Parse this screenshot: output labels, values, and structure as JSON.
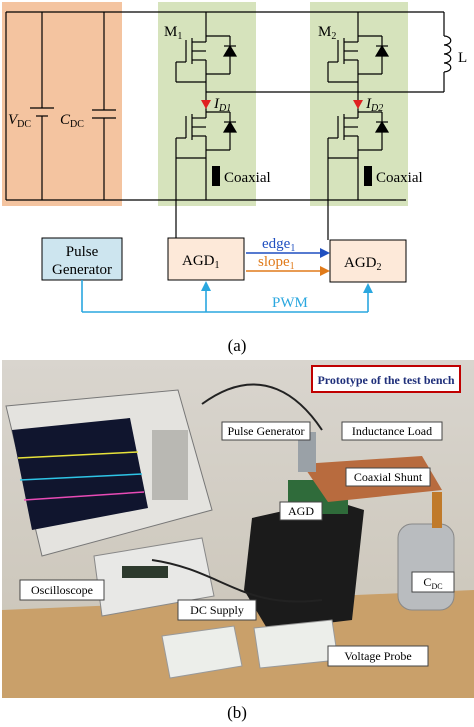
{
  "schematic": {
    "labels": {
      "m1": "M",
      "m1_sub": "1",
      "m2": "M",
      "m2_sub": "2",
      "inductor": "L",
      "vdc": "V",
      "vdc_sub": "DC",
      "cdc": "C",
      "cdc_sub": "DC",
      "id1": "I",
      "id1_sub": "D1",
      "id2": "I",
      "id2_sub": "D2",
      "coaxial_left": "Coaxial",
      "coaxial_right": "Coaxial",
      "pulse_gen_line1": "Pulse",
      "pulse_gen_line2": "Generator",
      "agd1": "AGD",
      "agd1_sub": "1",
      "agd2": "AGD",
      "agd2_sub": "2",
      "edge": "edge",
      "edge_sub": "1",
      "slope": "slope",
      "slope_sub": "1",
      "pwm": "PWM"
    },
    "colors": {
      "dc_panel": "#f4c4a0",
      "switch_panel": "#d6e3bc",
      "agd_box": "#fde9d9",
      "pulse_box": "#cde5ef",
      "edge_arrow": "#1f4fc0",
      "slope_arrow": "#e07a1a",
      "pwm_line": "#2aa7df",
      "current_arrow": "#e02020"
    }
  },
  "captions": {
    "a": "(a)",
    "b": "(b)"
  },
  "photo": {
    "title": "Prototype of the test bench",
    "labels": {
      "pulse_generator": "Pulse Generator",
      "inductance_load": "Inductance Load",
      "coaxial_shunt": "Coaxial Shunt",
      "agd": "AGD",
      "oscilloscope": "Oscilloscope",
      "dc_supply": "DC Supply",
      "cdc": "C",
      "cdc_sub": "DC",
      "voltage_probe": "Voltage Probe"
    },
    "colors": {
      "title_border": "#c00000",
      "title_text": "#1f2f7a"
    }
  }
}
